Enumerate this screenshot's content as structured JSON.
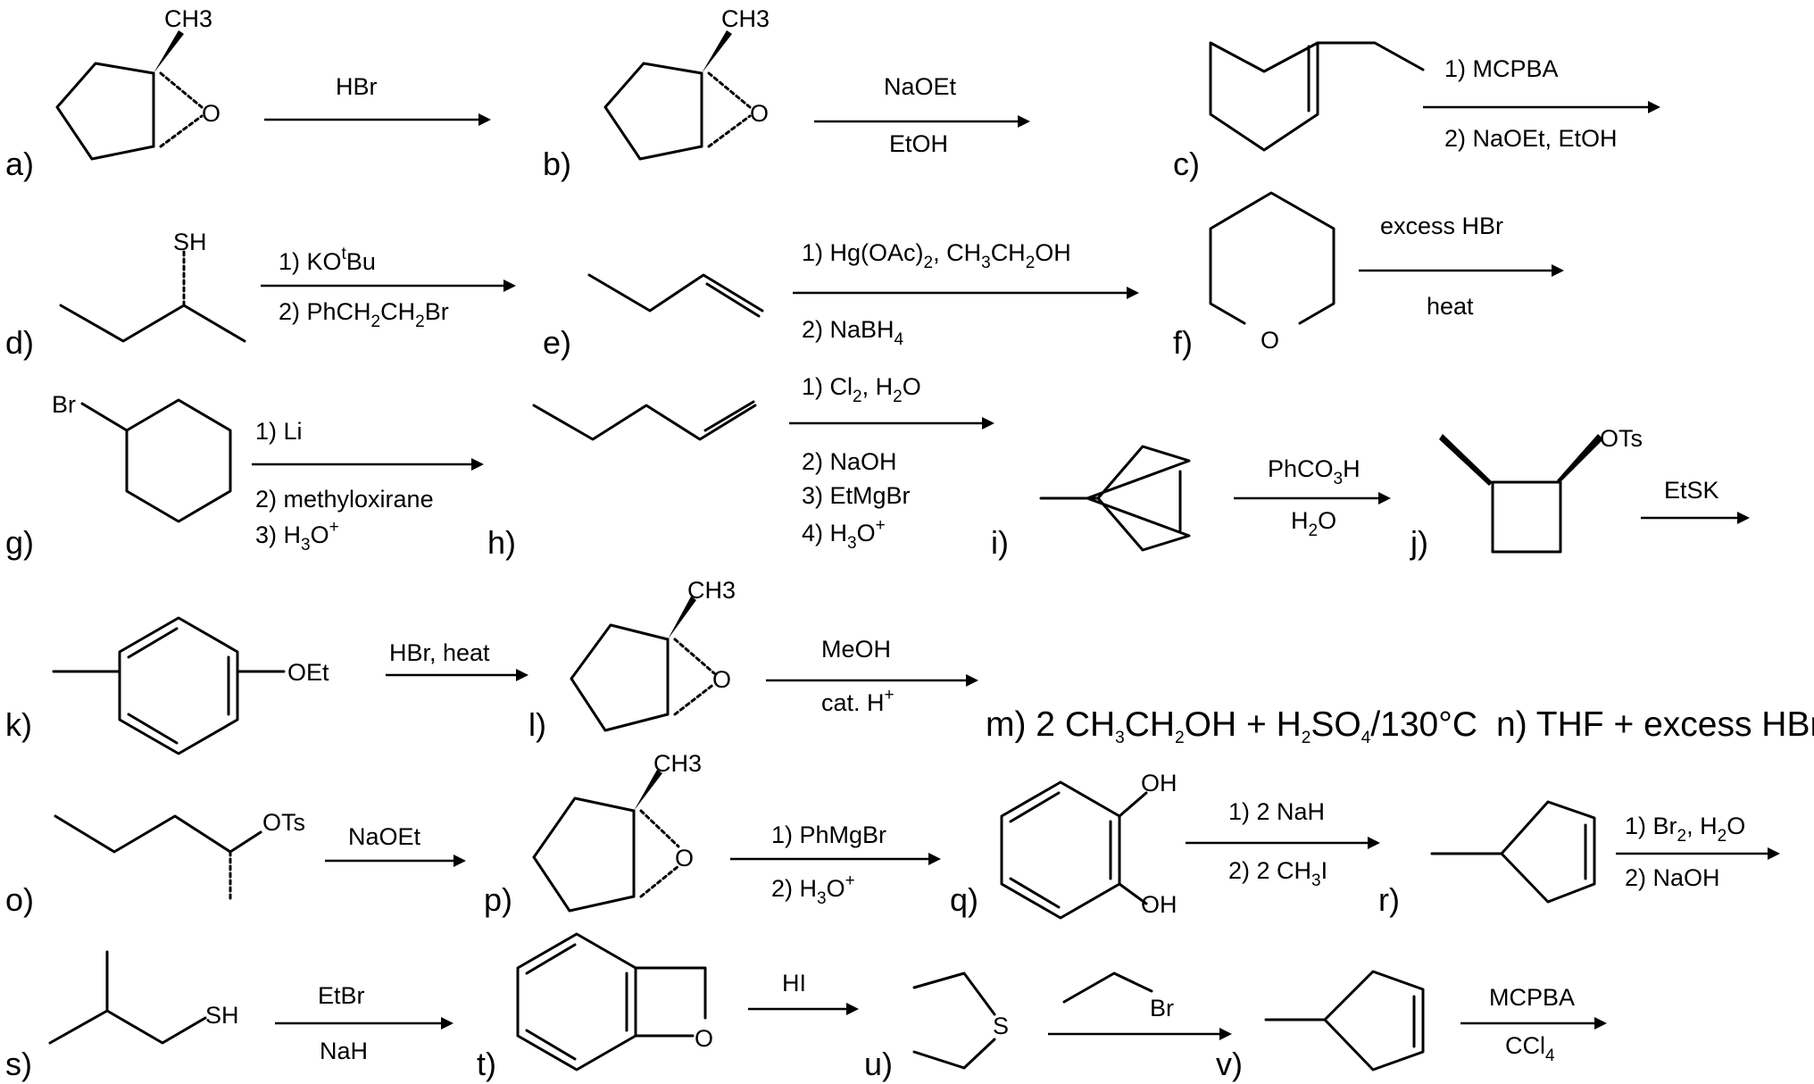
{
  "problems": [
    {
      "label": "a)",
      "substrate": {
        "methyl": "CH3",
        "oxygen": "O"
      },
      "reagents": [
        "HBr"
      ]
    },
    {
      "label": "b)",
      "substrate": {
        "methyl": "CH3",
        "oxygen": "O"
      },
      "reagents": [
        "NaOEt",
        "EtOH"
      ]
    },
    {
      "label": "c)",
      "substrate": {},
      "reagents": [
        "1) MCPBA",
        "2) NaOEt, EtOH"
      ]
    },
    {
      "label": "d)",
      "substrate": {
        "thiol": "SH"
      },
      "reagents": [
        "1) KOtBu",
        "2) PhCH2CH2Br"
      ]
    },
    {
      "label": "e)",
      "substrate": {},
      "reagents": [
        "1) Hg(OAc)2, CH3CH2OH",
        "2) NaBH4"
      ]
    },
    {
      "label": "f)",
      "substrate": {
        "oxygen": "O"
      },
      "reagents": [
        "excess HBr",
        "heat"
      ]
    },
    {
      "label": "g)",
      "substrate": {
        "bromine": "Br"
      },
      "reagents": [
        "1) Li",
        "2) methyloxirane",
        "3) H3O+"
      ]
    },
    {
      "label": "h)",
      "substrate": {},
      "reagents": [
        "1) Cl2, H2O",
        "2) NaOH",
        "3) EtMgBr",
        "4) H3O+"
      ]
    },
    {
      "label": "i)",
      "substrate": {},
      "reagents": [
        "PhCO3H",
        "H2O"
      ]
    },
    {
      "label": "j)",
      "substrate": {
        "tosylate": "OTs"
      },
      "reagents": [
        "EtSK"
      ]
    },
    {
      "label": "k)",
      "substrate": {
        "ether": "OEt"
      },
      "reagents": [
        "HBr, heat"
      ]
    },
    {
      "label": "l)",
      "substrate": {
        "methyl": "CH3",
        "oxygen": "O"
      },
      "reagents": [
        "MeOH",
        "cat. H+"
      ]
    },
    {
      "label": "m)",
      "text": "m) 2 CH3CH2OH + H2SO4/130°C"
    },
    {
      "label": "n)",
      "text": "n) THF + excess HBr"
    },
    {
      "label": "o)",
      "substrate": {
        "tosylate": "OTs"
      },
      "reagents": [
        "NaOEt"
      ]
    },
    {
      "label": "p)",
      "substrate": {
        "methyl": "CH3",
        "oxygen": "O"
      },
      "reagents": [
        "1) PhMgBr",
        "2) H3O+"
      ]
    },
    {
      "label": "q)",
      "substrate": {
        "hydroxyl_1": "OH",
        "hydroxyl_2": "OH"
      },
      "reagents": [
        "1) 2 NaH",
        "2) 2 CH3I"
      ]
    },
    {
      "label": "r)",
      "substrate": {},
      "reagents": [
        "1) Br2, H2O",
        "2) NaOH"
      ]
    },
    {
      "label": "s)",
      "substrate": {
        "thiol": "SH"
      },
      "reagents": [
        "EtBr",
        "NaH"
      ]
    },
    {
      "label": "t)",
      "substrate": {
        "oxygen": "O"
      },
      "reagents": [
        "HI"
      ]
    },
    {
      "label": "u)",
      "substrate": {
        "sulfur": "S"
      },
      "reagent_structure": {
        "bromine": "Br"
      }
    },
    {
      "label": "v)",
      "substrate": {},
      "reagents": [
        "MCPBA",
        "CCl4"
      ]
    }
  ]
}
